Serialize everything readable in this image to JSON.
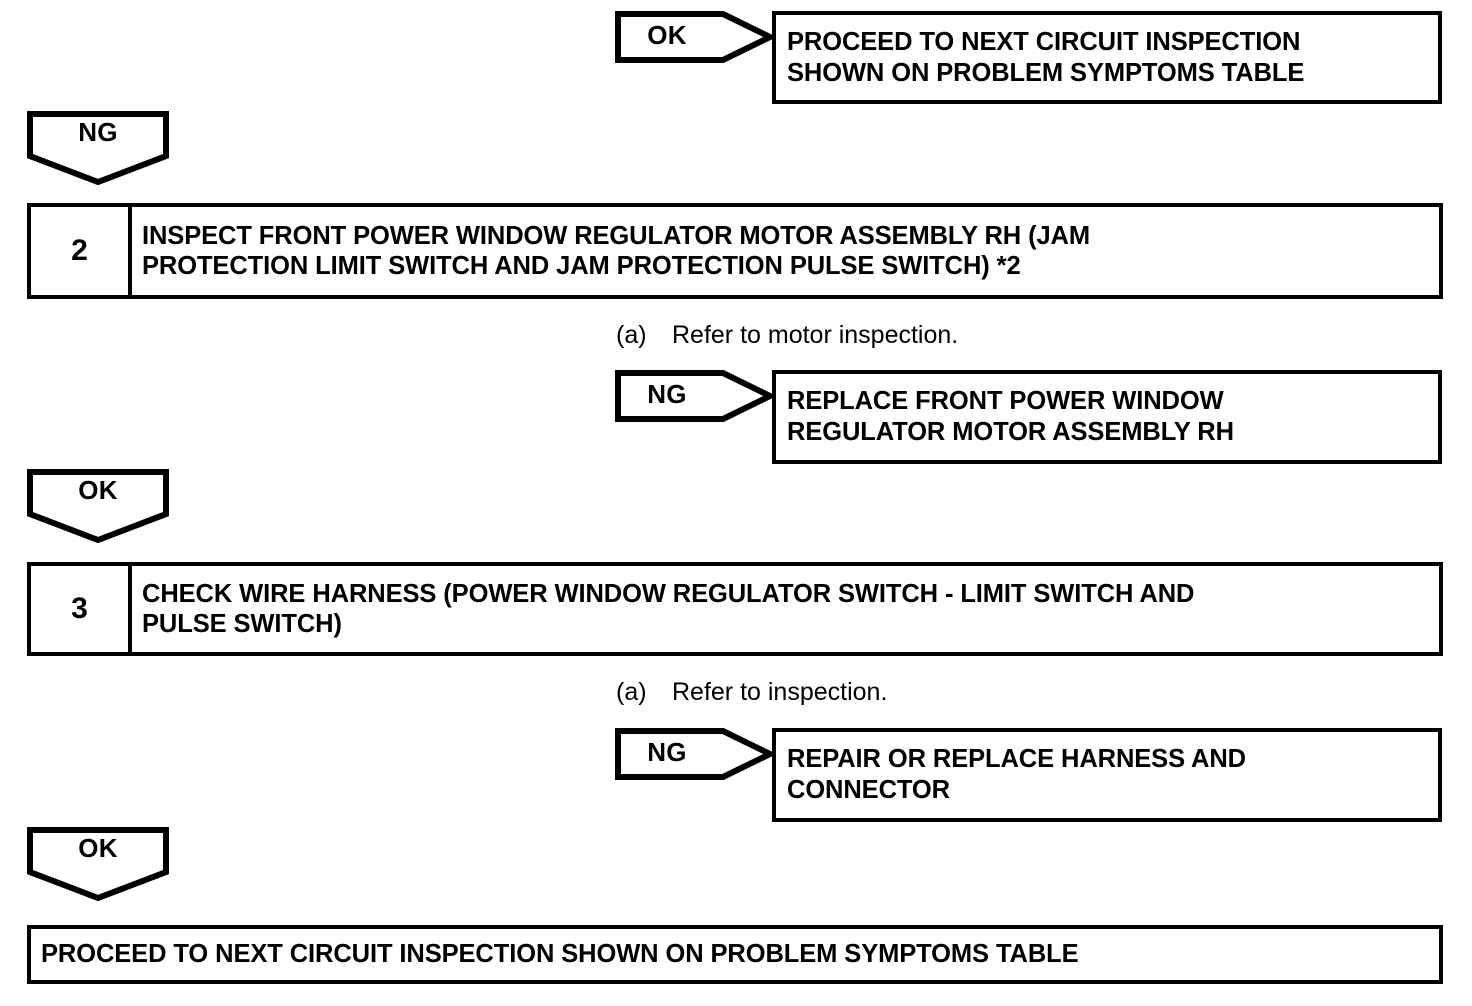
{
  "document": {
    "type": "troubleshooting-flowchart",
    "title": "Power Window Circuit Inspection Flow"
  },
  "nodes": {
    "top_result": {
      "badge": "OK",
      "badge_shape": "arrow-right-pentagon",
      "text": "PROCEED TO NEXT CIRCUIT INSPECTION\nSHOWN ON PROBLEM SYMPTOMS TABLE"
    },
    "branch_ng_1": {
      "badge": "NG",
      "badge_shape": "arrow-down-pentagon"
    },
    "step2": {
      "number": "2",
      "text": "INSPECT FRONT POWER WINDOW REGULATOR MOTOR ASSEMBLY RH (JAM\nPROTECTION LIMIT SWITCH AND JAM PROTECTION PULSE SWITCH) *2"
    },
    "step2_note": {
      "marker": "(a)",
      "text": "Refer to motor inspection."
    },
    "step2_ng": {
      "badge": "NG",
      "badge_shape": "arrow-right-pentagon",
      "text": "REPLACE FRONT POWER WINDOW\nREGULATOR MOTOR ASSEMBLY RH"
    },
    "branch_ok_2": {
      "badge": "OK",
      "badge_shape": "arrow-down-pentagon"
    },
    "step3": {
      "number": "3",
      "text": "CHECK WIRE HARNESS (POWER WINDOW REGULATOR SWITCH - LIMIT SWITCH AND\nPULSE SWITCH)"
    },
    "step3_note": {
      "marker": "(a)",
      "text": "Refer to inspection."
    },
    "step3_ng": {
      "badge": "NG",
      "badge_shape": "arrow-right-pentagon",
      "text": "REPAIR OR REPLACE HARNESS AND\nCONNECTOR"
    },
    "branch_ok_3": {
      "badge": "OK",
      "badge_shape": "arrow-down-pentagon"
    },
    "bottom_result": {
      "text": "PROCEED TO NEXT CIRCUIT INSPECTION SHOWN ON PROBLEM SYMPTOMS TABLE"
    }
  },
  "colors": {
    "stroke": "#000000",
    "background": "#ffffff",
    "text": "#000000"
  }
}
